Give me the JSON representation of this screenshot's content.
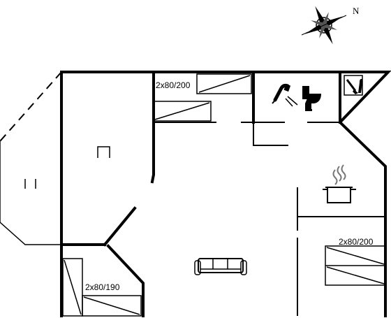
{
  "compass": {
    "label": "N"
  },
  "beds": {
    "top": "2x80/200",
    "right": "2x80/200",
    "bottom_left": "2x80/190"
  },
  "icons": {
    "compass": "compass-rose-icon",
    "shower": "shower-icon",
    "toilet": "toilet-icon",
    "utility": "broom-cleaning-icon",
    "kitchen": "cooking-pot-icon",
    "sofa": "sofa-icon",
    "table_left": "terrace-furniture-icon",
    "table_room": "table-icon"
  }
}
